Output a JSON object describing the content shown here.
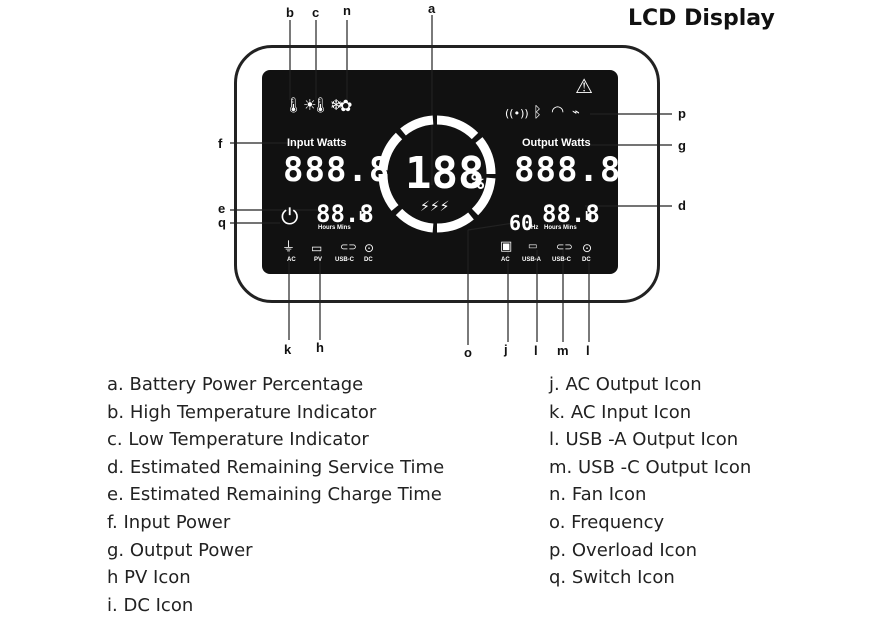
{
  "title": "LCD Display",
  "screen": {
    "input_label": "Input Watts",
    "output_label": "Output Watts",
    "input_value": "888.8",
    "output_value": "888.8",
    "battery_value": "188",
    "battery_unit": "%",
    "charge_time_value": "88.8",
    "service_time_value": "88.8",
    "time_unit": "H",
    "hours_mins": "Hours Mins",
    "frequency_value": "60",
    "frequency_unit": "Hz",
    "port_labels": {
      "ac_in": "AC",
      "pv": "PV",
      "usbc_in": "USB-C",
      "dc_in": "DC",
      "ac_out": "AC",
      "usba_out": "USB-A",
      "usbc_out": "USB-C",
      "dc_out": "DC"
    },
    "icons": {
      "high_temp": "thermometer-sun-icon",
      "low_temp": "thermometer-snowflake-icon",
      "fan": "fan-icon",
      "warning": "warning-triangle-icon",
      "signal": "signal-icon",
      "bluetooth": "bluetooth-icon",
      "wifi": "wifi-icon",
      "overload": "overload-icon",
      "power": "power-icon",
      "charging": "lightning-icon"
    }
  },
  "callouts": {
    "a": "a",
    "b": "b",
    "c": "c",
    "n": "n",
    "p": "p",
    "f": "f",
    "g": "g",
    "e": "e",
    "q": "q",
    "d": "d",
    "k": "k",
    "h": "h",
    "o": "o",
    "j": "j",
    "l1": "l",
    "m": "m",
    "l2": "l"
  },
  "legend_left": [
    {
      "key": "a.",
      "text": "Battery Power Percentage"
    },
    {
      "key": "b.",
      "text": "High Temperature Indicator"
    },
    {
      "key": "c.",
      "text": "Low Temperature Indicator"
    },
    {
      "key": "d.",
      "text": "Estimated Remaining Service Time"
    },
    {
      "key": "e.",
      "text": "Estimated Remaining Charge Time"
    },
    {
      "key": "f.",
      "text": "Input Power"
    },
    {
      "key": "g.",
      "text": "Output Power"
    },
    {
      "key": "h",
      "text": "PV Icon"
    },
    {
      "key": "i.",
      "text": "DC Icon"
    }
  ],
  "legend_right": [
    {
      "key": "j.",
      "text": "AC Output Icon"
    },
    {
      "key": "k.",
      "text": "AC Input Icon"
    },
    {
      "key": "l.",
      "text": "USB -A Output Icon"
    },
    {
      "key": "m.",
      "text": "USB -C Output Icon"
    },
    {
      "key": "n.",
      "text": "Fan Icon"
    },
    {
      "key": "o.",
      "text": "Frequency"
    },
    {
      "key": "p.",
      "text": "Overload Icon"
    },
    {
      "key": "q.",
      "text": "Switch Icon"
    }
  ],
  "colors": {
    "screen": "#111111",
    "segment": "#ffffff",
    "line": "#222222"
  }
}
